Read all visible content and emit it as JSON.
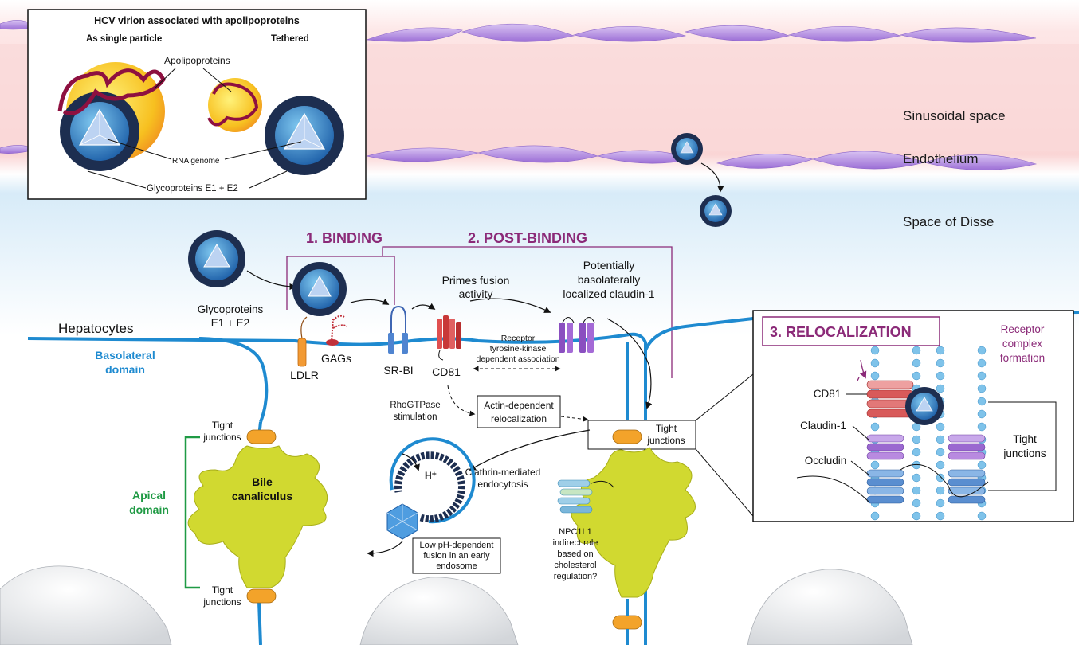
{
  "inset": {
    "title": "HCV virion associated with apolipoproteins",
    "single_label": "As single particle",
    "tethered_label": "Tethered",
    "apolipoproteins_label": "Apolipoproteins",
    "rna_label": "RNA genome",
    "glyco_label": "Glycoproteins E1 + E2"
  },
  "regions": {
    "sinusoidal": "Sinusoidal space",
    "endothelium": "Endothelium",
    "disse": "Space of Disse"
  },
  "steps": {
    "binding": "1. BINDING",
    "post_binding": "2. POST-BINDING",
    "relocalization": "3. RELOCALIZATION"
  },
  "labels": {
    "glyco_line1": "Glycoproteins",
    "glyco_line2": "E1 + E2",
    "hepatocytes": "Hepatocytes",
    "basolateral_line1": "Basolateral",
    "basolateral_line2": "domain",
    "apical_line1": "Apical",
    "apical_line2": "domain",
    "ldlr": "LDLR",
    "gags": "GAGs",
    "srbi": "SR-BI",
    "cd81": "CD81",
    "primes_line1": "Primes fusion",
    "primes_line2": "activity",
    "claudin_line1": "Potentially",
    "claudin_line2": "basolaterally",
    "claudin_line3": "localized claudin-1",
    "rtk_line1": "Receptor",
    "rtk_line2": "tyrosine-kinase",
    "rtk_line3": "dependent association",
    "rho_line1": "RhoGTPase",
    "rho_line2": "stimulation",
    "actin_line1": "Actin-dependent",
    "actin_line2": "relocalization",
    "tight_line1": "Tight",
    "tight_line2": "junctions",
    "bile_line1": "Bile",
    "bile_line2": "canaliculus",
    "hplus": "H⁺",
    "clathrin_line1": "Clathrin-mediated",
    "clathrin_line2": "endocytosis",
    "lowph_line1": "Low pH-dependent",
    "lowph_line2": "fusion in an early",
    "lowph_line3": "endosome",
    "npc_line1": "NPC1L1",
    "npc_line2": "indirect role",
    "npc_line3": "based on",
    "npc_line4": "cholesterol",
    "npc_line5": "regulation?"
  },
  "reloc_panel": {
    "receptor_line1": "Receptor",
    "receptor_line2": "complex",
    "receptor_line3": "formation",
    "cd81": "CD81",
    "claudin": "Claudin-1",
    "occludin": "Occludin",
    "tight_line1": "Tight",
    "tight_line2": "junctions"
  },
  "colors": {
    "membrane": "#1e8ad0",
    "step_purple": "#8b2a78",
    "apical_green": "#1f9a44",
    "canaliculus": "#d1d930",
    "junction": "#f3a32a",
    "sinusoid": "#fad9d8",
    "disse": "#daedf8",
    "endothelial_cell": "#b48fde"
  }
}
